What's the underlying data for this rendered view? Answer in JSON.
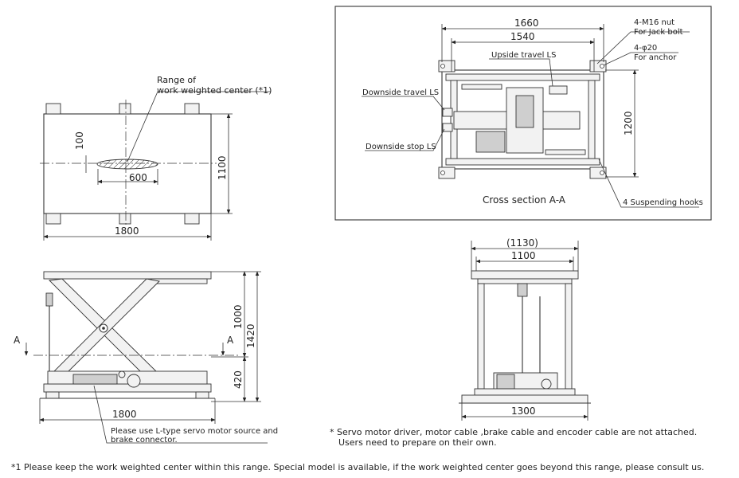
{
  "top_view": {
    "range_label_line1": "Range of",
    "range_label_line2": "work weighted center (*1)",
    "dim_100": "100",
    "dim_600": "600",
    "dim_1100": "1100",
    "dim_1800": "1800"
  },
  "side_view": {
    "dim_1000": "1000",
    "dim_1420": "1420",
    "dim_420": "420",
    "dim_1800": "1800",
    "section_mark_left": "A",
    "section_mark_right": "A",
    "note_line1": "Please use L-type servo motor source and",
    "note_line2": "brake connector."
  },
  "cross_section": {
    "dim_1660": "1660",
    "dim_1540": "1540",
    "dim_1200": "1200",
    "nut_line1": "4-M16 nut",
    "nut_line2": "For Jack bolt",
    "anchor_line1": "4-φ20",
    "anchor_line2": "For anchor",
    "upside_ls": "Upside travel LS",
    "downside_travel_ls": "Downside travel LS",
    "downside_stop_ls": "Downside stop LS",
    "title": "Cross section A-A",
    "hooks": "4 Suspending hooks"
  },
  "front_view": {
    "dim_1130": "(1130)",
    "dim_1100": "1100",
    "dim_1300": "1300"
  },
  "notes": {
    "servo_line1": "* Servo motor driver, motor cable ,brake cable and encoder cable are not attached.",
    "servo_line2": "Users need to prepare on their own.",
    "footnote": "*1 Please keep the work weighted center within this range. Special model is available, if the work weighted center goes beyond this range, please consult us."
  }
}
